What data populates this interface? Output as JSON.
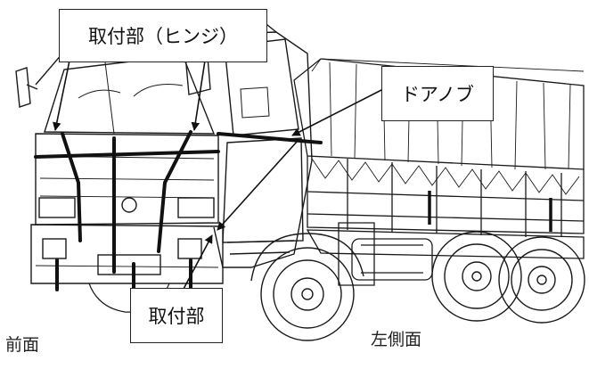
{
  "callouts": {
    "hinge_mount": "取付部（ヒンジ）",
    "door_knob": "ドアノブ",
    "mount": "取付部"
  },
  "captions": {
    "front": "前面",
    "left_side": "左側面"
  },
  "colors": {
    "line": "#1a1a1a",
    "thick_line": "#111111",
    "background": "#ffffff"
  }
}
